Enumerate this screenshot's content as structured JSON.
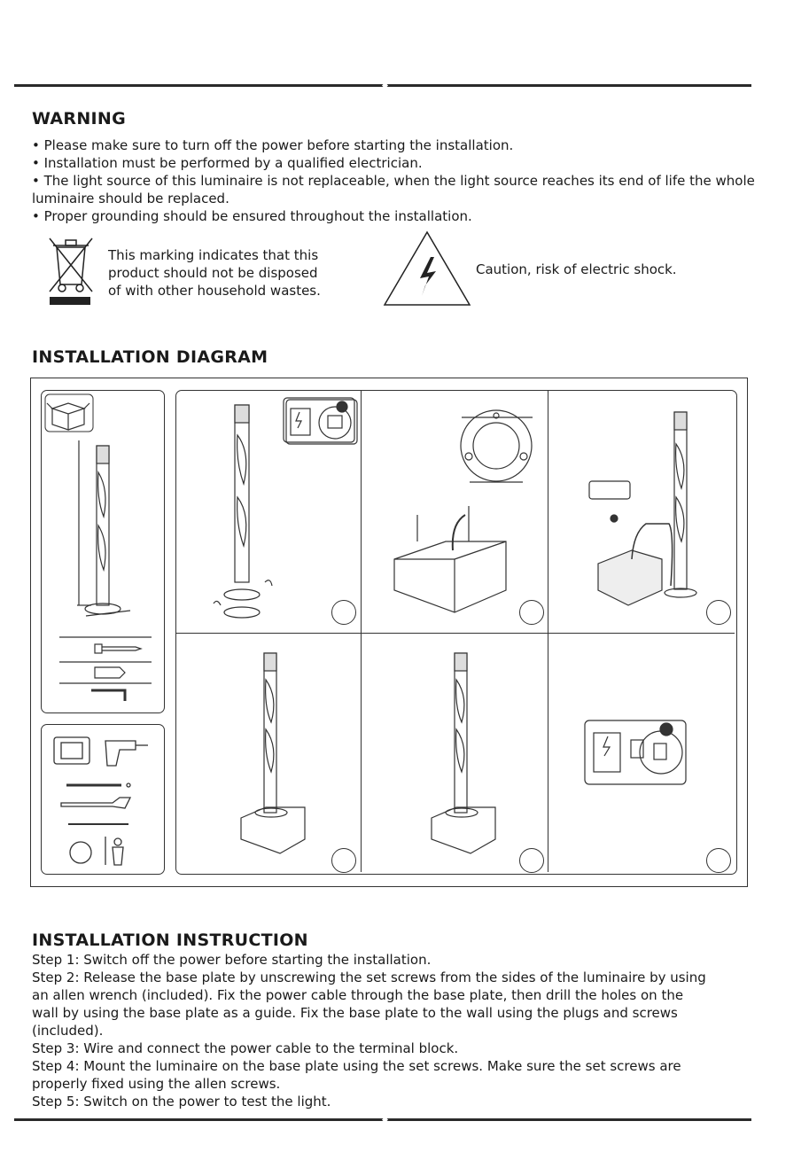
{
  "warning": {
    "title": "WARNING",
    "bullets": [
      "• Please make sure to turn off the power before starting the installation.",
      "• Installation must be performed by a qualified electrician.",
      "• The light source of this luminaire is not replaceable, when the light source reaches its end of life the whole luminaire should be replaced.",
      "• Proper grounding should be ensured throughout the installation."
    ]
  },
  "symbols": {
    "weee_text_lines": [
      "This marking indicates that this",
      "product should not be disposed",
      "of with other household wastes."
    ],
    "shock_text": "Caution, risk of electric shock."
  },
  "diagram": {
    "title": "INSTALLATION DIAGRAM"
  },
  "instructions": {
    "title": "INSTALLATION INSTRUCTION",
    "lines": [
      "Step 1: Switch off the power before starting the installation.",
      "Step 2: Release the base plate by unscrewing the set screws from the sides of the luminaire by using",
      "an allen wrench (included). Fix the power cable through the base plate, then drill the holes on the",
      "wall by using the base plate as a guide. Fix the base plate to the wall using the plugs and screws",
      "(included).",
      "Step 3: Wire and connect the power cable to the terminal block.",
      "Step 4: Mount the luminaire on the base plate using the set screws. Make sure the set screws are",
      "properly fixed using the allen screws.",
      "Step 5: Switch on the power to test the light."
    ]
  }
}
